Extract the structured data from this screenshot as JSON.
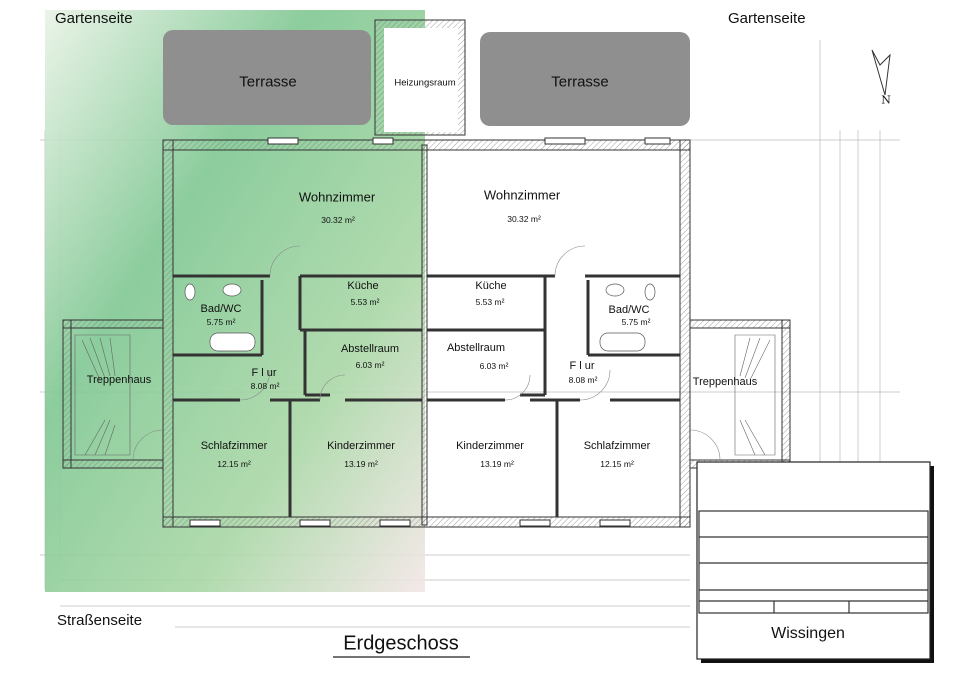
{
  "labels": {
    "garden_left": "Gartenseite",
    "garden_right": "Gartenseite",
    "street": "Straßenseite",
    "floor_title": "Erdgeschoss",
    "north": "N",
    "title_block_place": "Wissingen"
  },
  "outdoor": {
    "terrace_left": "Terrasse",
    "terrace_right": "Terrasse",
    "heating_room": "Heizungsraum"
  },
  "left_unit": {
    "wohnzimmer": {
      "name": "Wohnzimmer",
      "area": "30.32 m²"
    },
    "kueche": {
      "name": "Küche",
      "area": "5.53 m²"
    },
    "bad": {
      "name": "Bad/WC",
      "area": "5.75 m²"
    },
    "abstell": {
      "name": "Abstellraum",
      "area": "6.03 m²"
    },
    "flur": {
      "name": "F l ur",
      "area": "8.08 m²"
    },
    "treppenhaus": {
      "name": "Treppenhaus"
    },
    "schlaf": {
      "name": "Schlafzimmer",
      "area": "12.15 m²"
    },
    "kinder": {
      "name": "Kinderzimmer",
      "area": "13.19 m²"
    }
  },
  "right_unit": {
    "wohnzimmer": {
      "name": "Wohnzimmer",
      "area": "30.32 m²"
    },
    "kueche": {
      "name": "Küche",
      "area": "5.53 m²"
    },
    "bad": {
      "name": "Bad/WC",
      "area": "5.75 m²"
    },
    "abstell": {
      "name": "Abstellraum",
      "area": "6.03 m²"
    },
    "flur": {
      "name": "F l ur",
      "area": "8.08 m²"
    },
    "treppenhaus": {
      "name": "Treppenhaus"
    },
    "schlaf": {
      "name": "Schlafzimmer",
      "area": "12.15 m²"
    },
    "kinder": {
      "name": "Kinderzimmer",
      "area": "13.19 m²"
    }
  },
  "colors": {
    "highlight_green": "#7ec98a",
    "terrace_gray": "#8f8f8f",
    "wall": "#333333"
  }
}
